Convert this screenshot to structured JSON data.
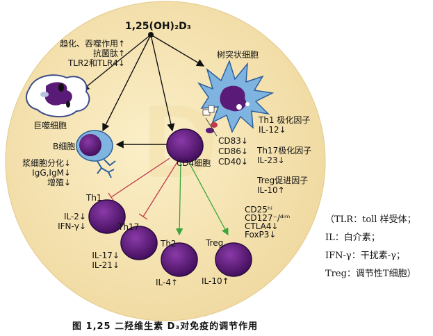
{
  "root": "1,25(OH)₂D₃",
  "macrophage": {
    "effects": [
      "趋化、吞噬作用↑",
      "抗菌肽↑",
      "TLR2和TLR4↓"
    ],
    "name": "巨噬细胞"
  },
  "dendritic": {
    "name": "树突状细胞",
    "th1_factor": [
      "Th1 极化因子",
      "IL-12↓"
    ],
    "markers": [
      "CD83↓",
      "CD86↓",
      "CD40↓"
    ],
    "th17_factor": [
      "Th17极化因子",
      "IL-23↓"
    ],
    "treg_factor": [
      "Treg促进因子",
      "IL-10↑"
    ]
  },
  "bcell": {
    "name": "B细胞",
    "effects": [
      "浆细胞分化↓",
      "IgG,IgM↓",
      "增殖↓"
    ]
  },
  "cd4": {
    "name": "CD4细胞"
  },
  "th1": {
    "name": "Th1",
    "effects": [
      "IL-2↓",
      "IFN-γ↓"
    ]
  },
  "th17": {
    "name": "Th17",
    "effects": [
      "IL-17↓",
      "IL-21↓"
    ]
  },
  "th2": {
    "name": "Th2",
    "effects": [
      "IL-4↑"
    ]
  },
  "treg": {
    "name": "Treg",
    "effects": [
      "IL-10↑"
    ],
    "markers": [
      "CD25ʰⁱ",
      "CD127⁻/ᵈⁱᵐ",
      "CTLA4↓",
      "FoxP3↓"
    ]
  },
  "legend": [
    "（TLR：toll 样受体；",
    "IL：白介素；",
    "IFN-γ：干扰素-γ；",
    "Treg：调节性T细胞）"
  ],
  "caption": "图 1,25 二羟维生素 D₃对免疫的调节作用",
  "colors": {
    "background_circle": "#f7e6b4",
    "cell_purple": "#5a1a78",
    "cell_blue": "#7fb4e0",
    "inhibit_red": "#c0394a",
    "promote_green": "#3aa53a"
  }
}
